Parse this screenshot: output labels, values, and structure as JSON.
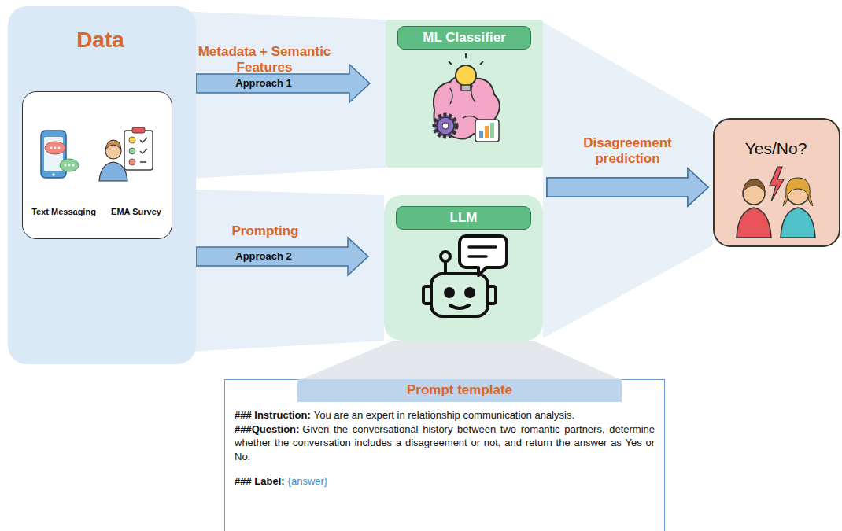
{
  "diagram": {
    "nodes": [
      {
        "text": [
          "Data"
        ]
      },
      {
        "text": [
          "Text Messaging",
          "EMA Survey"
        ],
        "in": 0
      },
      {
        "text": [
          "ML Classifier"
        ]
      },
      {
        "text": [
          "LLM"
        ]
      },
      {
        "text": [
          "Yes/No?"
        ]
      },
      {
        "text": [
          "Prompt template",
          "### Instruction:",
          "You are an expert in relationship communication analysis.",
          "###Question:",
          "Given the conversational history between two romantic partners, determine whether the conversation includes a disagreement or not, and return the answer as Yes or No.",
          "### Label:",
          "{answer}"
        ]
      }
    ],
    "edges": [
      {
        "from": 0,
        "to": 2,
        "arrow": "to",
        "label": "Approach 1"
      },
      {
        "from": 0,
        "to": 3,
        "arrow": "to",
        "label": "Approach 2"
      },
      {
        "from": 2,
        "to": 4,
        "arrow": "to",
        "label": "Disagreement prediction"
      },
      {
        "from": 3,
        "to": 4,
        "arrow": "to"
      }
    ],
    "labels": [
      "Metadata + Semantic Features",
      "Prompting"
    ]
  }
}
